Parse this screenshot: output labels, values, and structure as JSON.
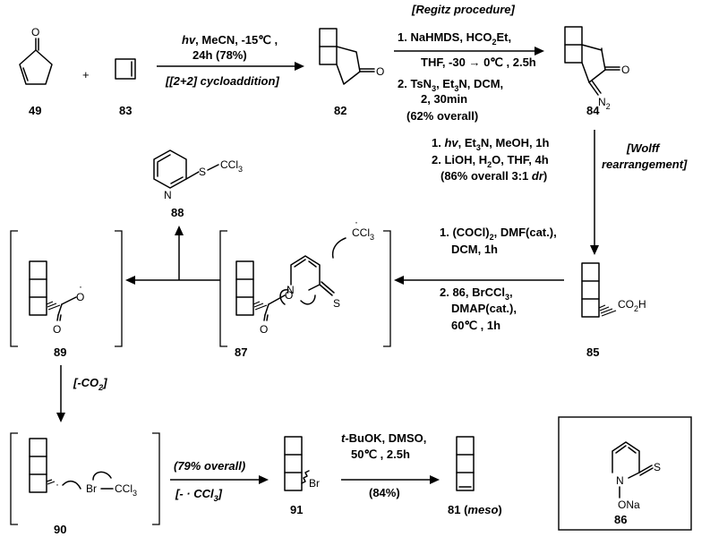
{
  "compounds": {
    "c49": "49",
    "c83": "83",
    "c82": "82",
    "c84": "84",
    "c85": "85",
    "c87": "87",
    "c88": "88",
    "c89": "89",
    "c90": "90",
    "c91": "91",
    "c81": "81",
    "c81_meso": "meso",
    "c86": "86"
  },
  "atoms": {
    "O": "O",
    "N": "N",
    "N2": "N",
    "N2_sub": "2",
    "S": "S",
    "CCl3": "CCl",
    "CCl3_sub": "3",
    "CO2H_a": "CO",
    "CO2H_sub": "2",
    "CO2H_b": "H",
    "Br": "Br",
    "ONa": "ONa",
    "dot": "·"
  },
  "step1": {
    "line1a": "hv",
    "line1b": ", MeCN, -15℃ ,",
    "line2": "24h (78%)",
    "below": "[[2+2] cycloaddition]",
    "plus": "+"
  },
  "step2": {
    "above": "[Regitz procedure]",
    "r1": "1. NaHMDS, HCO",
    "r1_sub": "2",
    "r1b": "Et,",
    "r2": "THF, -30 → 0℃ , 2.5h",
    "r3": "2. TsN",
    "r3_sub1": "3",
    "r3b": ", Et",
    "r3_sub2": "3",
    "r3c": "N, DCM,",
    "r4": "2, 30min",
    "r5": "(62% overall)"
  },
  "step3": {
    "r1a": "1. ",
    "r1b": "hv",
    "r1c": ", Et",
    "r1_sub": "3",
    "r1d": "N, MeOH, 1h",
    "r2a": "2. LiOH, H",
    "r2_sub": "2",
    "r2b": "O, THF, 4h",
    "r3a": "(86% overall 3:1 ",
    "r3b": "dr",
    "r3c": ")",
    "side1": "[Wolff",
    "side2": "rearrangement]"
  },
  "step4": {
    "r1a": "1. (COCl)",
    "r1_sub": "2",
    "r1b": ", DMF(cat.),",
    "r2": "DCM, 1h",
    "r3a": "2. 86, BrCCl",
    "r3_sub": "3",
    "r3b": ",",
    "r4": "DMAP(cat.),",
    "r5": "60℃ , 1h"
  },
  "step5": {
    "label_a": "[-CO",
    "label_sub": "2",
    "label_b": "]"
  },
  "step6": {
    "above": "(79% overall)",
    "below": "[- · CCl",
    "below_sub": "3",
    "below_b": "]"
  },
  "step7": {
    "r1a": "t",
    "r1b": "-BuOK, DMSO,",
    "r2": "50℃ , 2.5h",
    "r3": "(84%)"
  }
}
